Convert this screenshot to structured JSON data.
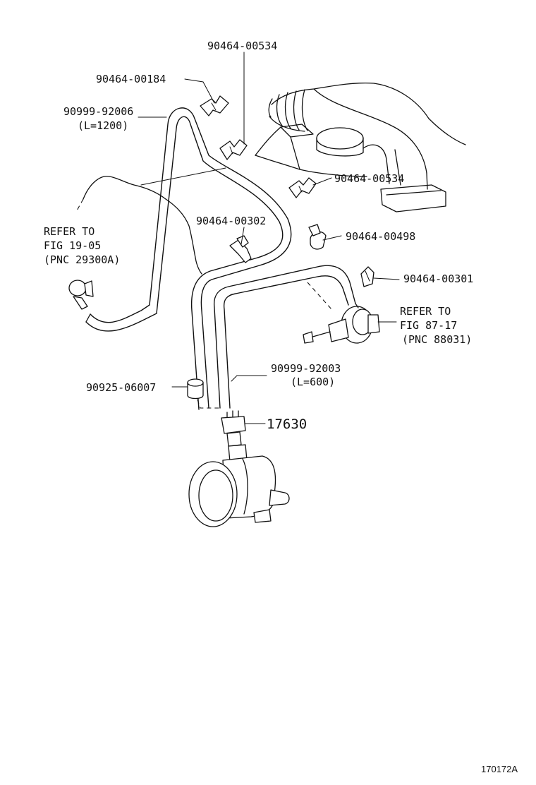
{
  "diagram": {
    "figure_id": "170172A",
    "labels": {
      "clip_top": "90464-00534",
      "clip_upper_left": "90464-00184",
      "hose_long_part": "90999-92006",
      "hose_long_length": "(L=1200)",
      "clip_right_1": "90464-00534",
      "clip_center": "90464-00302",
      "clip_right_2": "90464-00498",
      "clip_right_3": "90464-00301",
      "hose_short_part": "90999-92003",
      "hose_short_length": "(L=600)",
      "cap": "90925-06007",
      "sensor": "17630"
    },
    "refer_left": {
      "line1": "REFER TO",
      "line2": "FIG 19-05",
      "line3": "(PNC 29300A)"
    },
    "refer_right": {
      "line1": "REFER TO",
      "line2": "FIG 87-17",
      "line3": "(PNC 88031)"
    }
  }
}
